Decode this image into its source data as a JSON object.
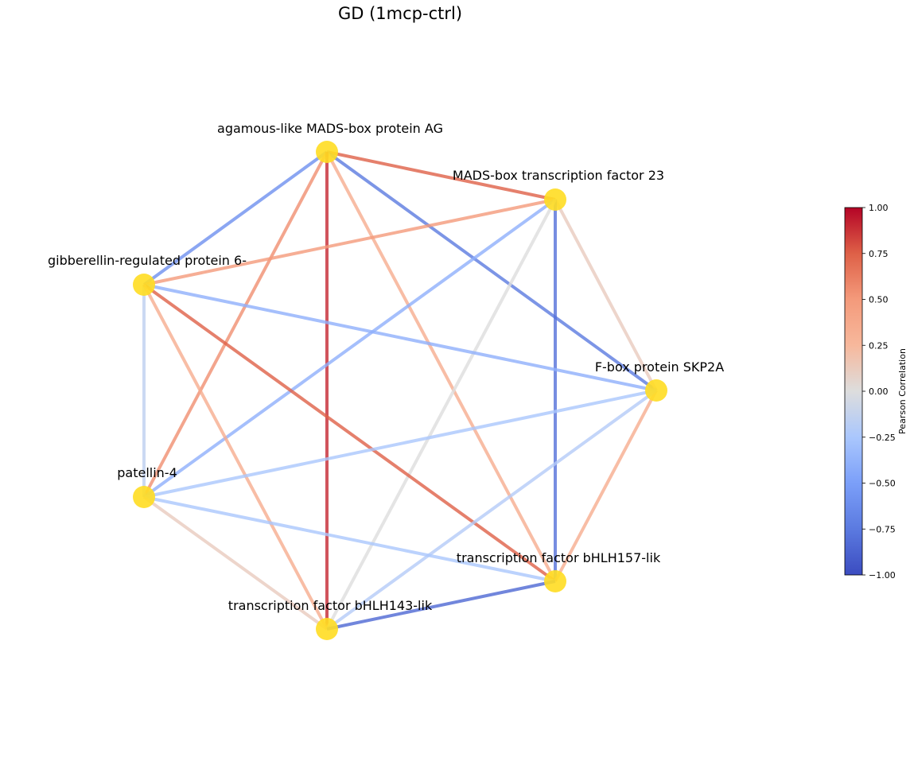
{
  "title": "GD (1mcp-ctrl)",
  "node_color": "#FFDD22",
  "nodes": [
    {
      "id": "AG",
      "label": "agamous-like MADS-box protein AG"
    },
    {
      "id": "M23",
      "label": "MADS-box transcription factor 23"
    },
    {
      "id": "GR6",
      "label": "gibberellin-regulated protein 6-"
    },
    {
      "id": "SKP",
      "label": "F-box protein SKP2A"
    },
    {
      "id": "PAT",
      "label": "patellin-4"
    },
    {
      "id": "B157",
      "label": "transcription factor bHLH157-lik"
    },
    {
      "id": "B143",
      "label": "transcription factor bHLH143-lik"
    }
  ],
  "edges": [
    {
      "source": "AG",
      "target": "M23",
      "value": 0.75
    },
    {
      "source": "AG",
      "target": "GR6",
      "value": -0.6
    },
    {
      "source": "AG",
      "target": "SKP",
      "value": -0.75
    },
    {
      "source": "AG",
      "target": "PAT",
      "value": 0.55
    },
    {
      "source": "AG",
      "target": "B157",
      "value": 0.35
    },
    {
      "source": "AG",
      "target": "B143",
      "value": 0.9
    },
    {
      "source": "M23",
      "target": "GR6",
      "value": 0.5
    },
    {
      "source": "M23",
      "target": "SKP",
      "value": 0.12
    },
    {
      "source": "M23",
      "target": "PAT",
      "value": -0.4
    },
    {
      "source": "M23",
      "target": "B157",
      "value": -0.8
    },
    {
      "source": "M23",
      "target": "B143",
      "value": 0.0
    },
    {
      "source": "GR6",
      "target": "SKP",
      "value": -0.4
    },
    {
      "source": "GR6",
      "target": "PAT",
      "value": -0.15
    },
    {
      "source": "GR6",
      "target": "B157",
      "value": 0.75
    },
    {
      "source": "GR6",
      "target": "B143",
      "value": 0.35
    },
    {
      "source": "SKP",
      "target": "PAT",
      "value": -0.25
    },
    {
      "source": "SKP",
      "target": "B157",
      "value": 0.35
    },
    {
      "source": "SKP",
      "target": "B143",
      "value": -0.2
    },
    {
      "source": "PAT",
      "target": "B157",
      "value": -0.25
    },
    {
      "source": "PAT",
      "target": "B143",
      "value": 0.12
    },
    {
      "source": "B157",
      "target": "B143",
      "value": -0.85
    }
  ],
  "colorbar": {
    "label": "Pearson Correlation",
    "min": -1.0,
    "max": 1.0,
    "ticks": [
      "1.00",
      "0.75",
      "0.50",
      "0.25",
      "0.00",
      "−0.25",
      "−0.50",
      "−0.75",
      "−1.00"
    ],
    "colormap": "coolwarm"
  }
}
